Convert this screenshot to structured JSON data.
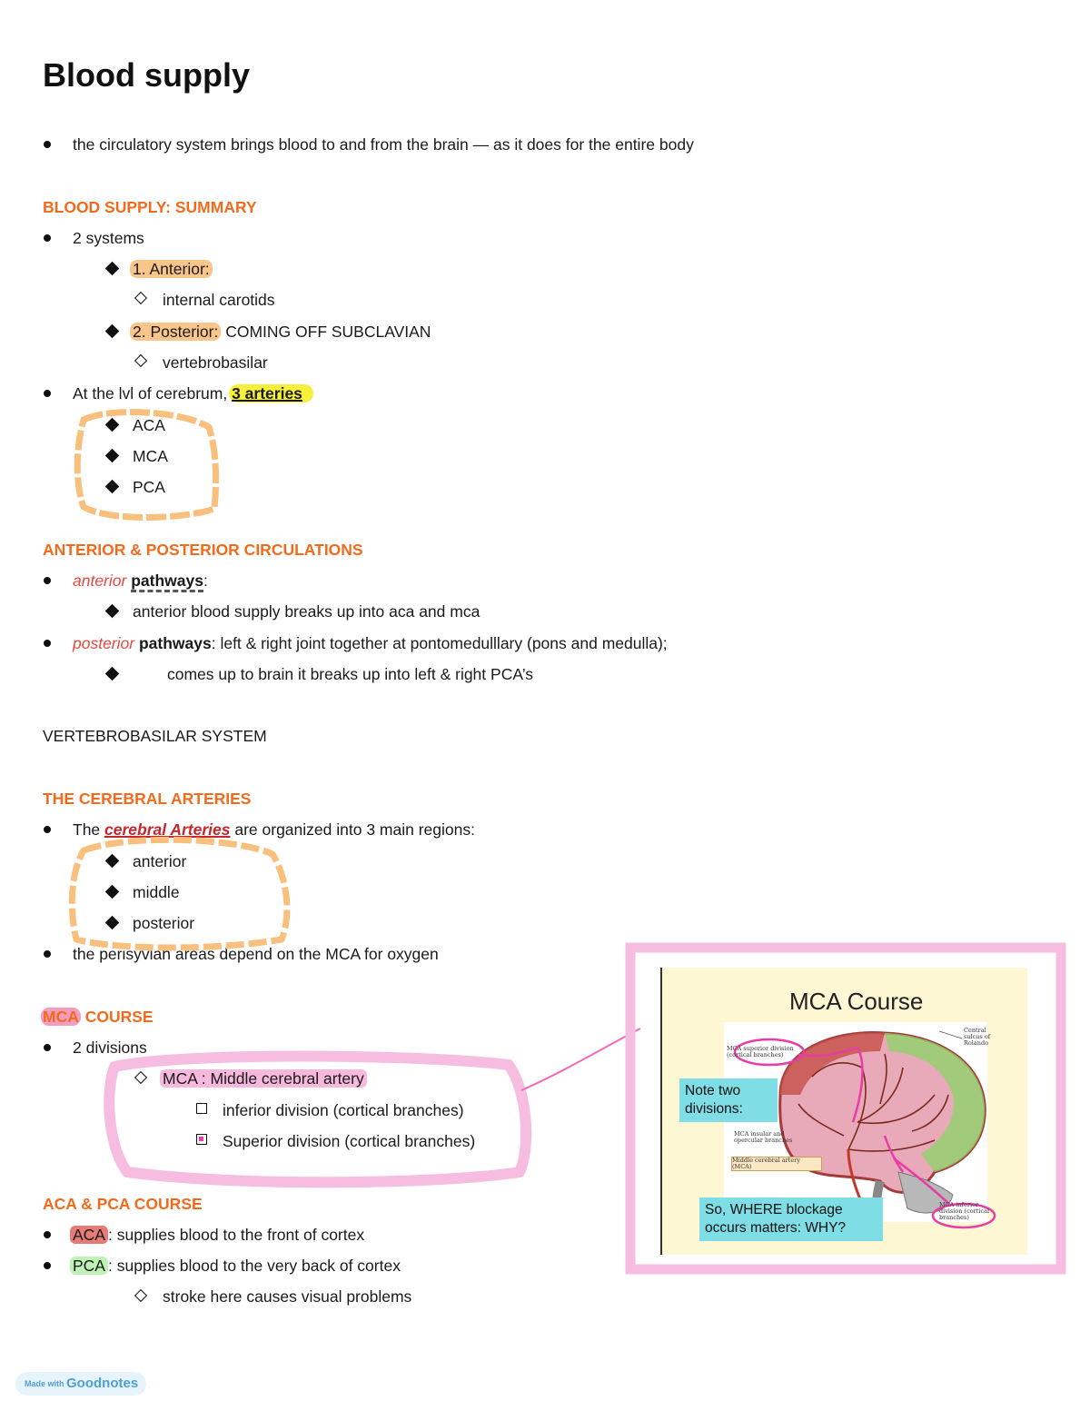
{
  "title": "Blood supply",
  "intro": "the circulatory system brings blood to and from the brain — as it does for the entire body",
  "summary": {
    "heading": "BLOOD SUPPLY: SUMMARY",
    "systems": "2 systems",
    "anterior_label": "1. Anterior:",
    "anterior_sub": "internal carotids",
    "posterior_label": "2. Posterior:",
    "posterior_rest": " COMING OFF SUBCLAVIAN",
    "posterior_sub": "vertebrobasilar",
    "cerebrum_pre": "At the lvl of cerebrum, ",
    "cerebrum_hl": "3 arteries",
    "arteries": [
      "ACA",
      "MCA",
      "PCA"
    ]
  },
  "circulations": {
    "heading": "ANTERIOR & POSTERIOR CIRCULATIONS",
    "ant_italic": "anterior",
    "ant_bold": "pathways",
    "ant_colon": ":",
    "ant_sub": "anterior blood supply breaks up into aca and mca",
    "post_italic": "posterior",
    "post_bold": "pathways",
    "post_rest": ": left & right joint together at pontomedulllary (pons and medulla);",
    "post_sub": "comes up to brain it breaks up into left & right PCA’s"
  },
  "vertebro": "VERTEBROBASILAR SYSTEM",
  "cerebral": {
    "heading": "THE CEREBRAL ARTERIES",
    "line_pre": "The ",
    "line_term": "cerebral Arteries",
    "line_post": " are organized into 3 main regions:",
    "regions": [
      "anterior",
      "middle",
      "posterior"
    ],
    "perisylvian": "the perisyvian areas depend on the MCA for oxygen"
  },
  "mca": {
    "heading_hl": "MCA",
    "heading_rest": " COURSE",
    "divisions": "2 divisions",
    "mca_def": "MCA : Middle cerebral artery",
    "inferior": "inferior division (cortical branches)",
    "superior": "Superior division (cortical branches)"
  },
  "aca_pca": {
    "heading": "ACA & PCA COURSE",
    "aca_label": "ACA",
    "aca_rest": ": supplies blood to the front of cortex",
    "pca_label": "PCA",
    "pca_rest": ": supplies blood to the very back of cortex",
    "pca_sub": "stroke here causes visual problems"
  },
  "slide": {
    "title": "MCA Course",
    "note": "Note two divisions:",
    "question": "So, WHERE blockage occurs matters: WHY?",
    "label_superior": "MCA superior division (cortical branches)",
    "label_insular": "MCA insular and opercular branches",
    "label_mca": "Middle cerebral artery (MCA)",
    "label_central": "Central sulcus of Rolando",
    "label_inferior": "MCA inferior division (cortical branches)"
  },
  "footer": {
    "made": "Made with",
    "brand": "Goodnotes"
  },
  "colors": {
    "heading": "#f26b1d",
    "highlight_orange": "#f9c58b",
    "highlight_yellow": "#f7f03a",
    "highlight_pink": "#f6b8dc",
    "annotation_magenta": "#e83ca8",
    "slide_bg": "#fdf7d3",
    "callout": "#7fdde5"
  }
}
